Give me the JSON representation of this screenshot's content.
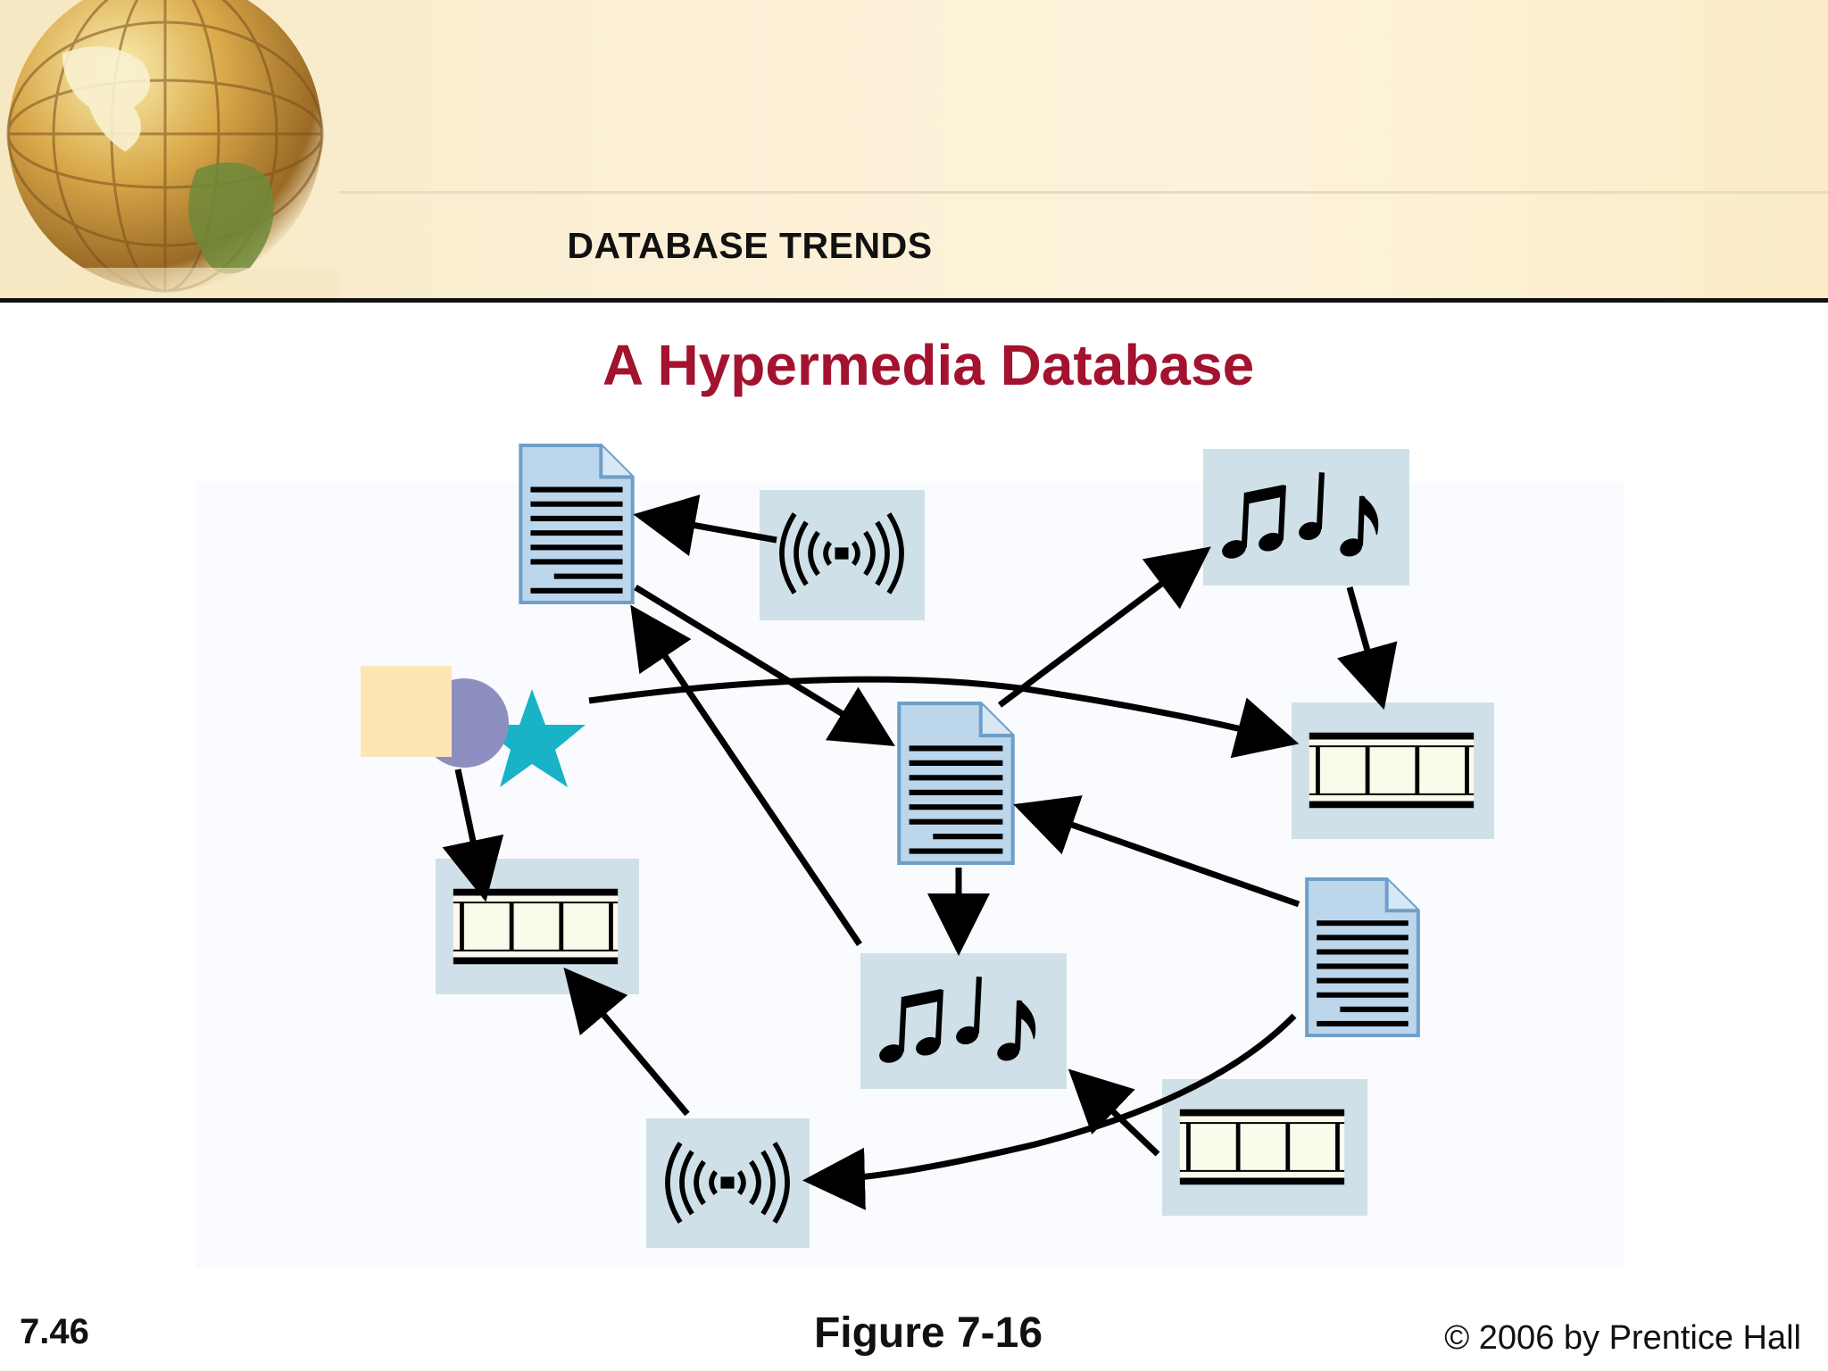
{
  "header": {
    "section_title": "DATABASE TRENDS"
  },
  "slide": {
    "title": "A Hypermedia Database"
  },
  "diagram": {
    "nodes": [
      {
        "id": "doc-top",
        "kind": "document"
      },
      {
        "id": "sound-top",
        "kind": "sound"
      },
      {
        "id": "music-top",
        "kind": "music"
      },
      {
        "id": "shapes",
        "kind": "graphic"
      },
      {
        "id": "doc-center",
        "kind": "document"
      },
      {
        "id": "video-right",
        "kind": "video"
      },
      {
        "id": "video-left",
        "kind": "video"
      },
      {
        "id": "doc-right",
        "kind": "document"
      },
      {
        "id": "music-bottom",
        "kind": "music"
      },
      {
        "id": "video-bottom",
        "kind": "video"
      },
      {
        "id": "sound-bottom",
        "kind": "sound"
      }
    ],
    "links": [
      {
        "from": "sound-top",
        "to": "doc-top"
      },
      {
        "from": "doc-top",
        "to": "doc-center"
      },
      {
        "from": "doc-center",
        "to": "music-top"
      },
      {
        "from": "music-top",
        "to": "video-right"
      },
      {
        "from": "shapes",
        "to": "video-right"
      },
      {
        "from": "shapes",
        "to": "video-left"
      },
      {
        "from": "music-bottom",
        "to": "doc-top"
      },
      {
        "from": "doc-center",
        "to": "music-bottom"
      },
      {
        "from": "doc-right",
        "to": "doc-center"
      },
      {
        "from": "video-bottom",
        "to": "music-bottom"
      },
      {
        "from": "doc-right",
        "to": "sound-bottom"
      },
      {
        "from": "sound-bottom",
        "to": "video-left"
      }
    ],
    "colors": {
      "tile": "#cfe0e8",
      "document_fill": "#bcd6ec",
      "document_stroke": "#6f9fc8",
      "film_cell": "#fbfbec",
      "shape_square": "#fde6b4",
      "shape_circle": "#8d8fc0",
      "shape_star": "#18b3c6",
      "arrow": "#000000"
    }
  },
  "footer": {
    "slide_number": "7.46",
    "figure_label": "Figure 7-16",
    "copyright": "© 2006 by Prentice Hall"
  }
}
